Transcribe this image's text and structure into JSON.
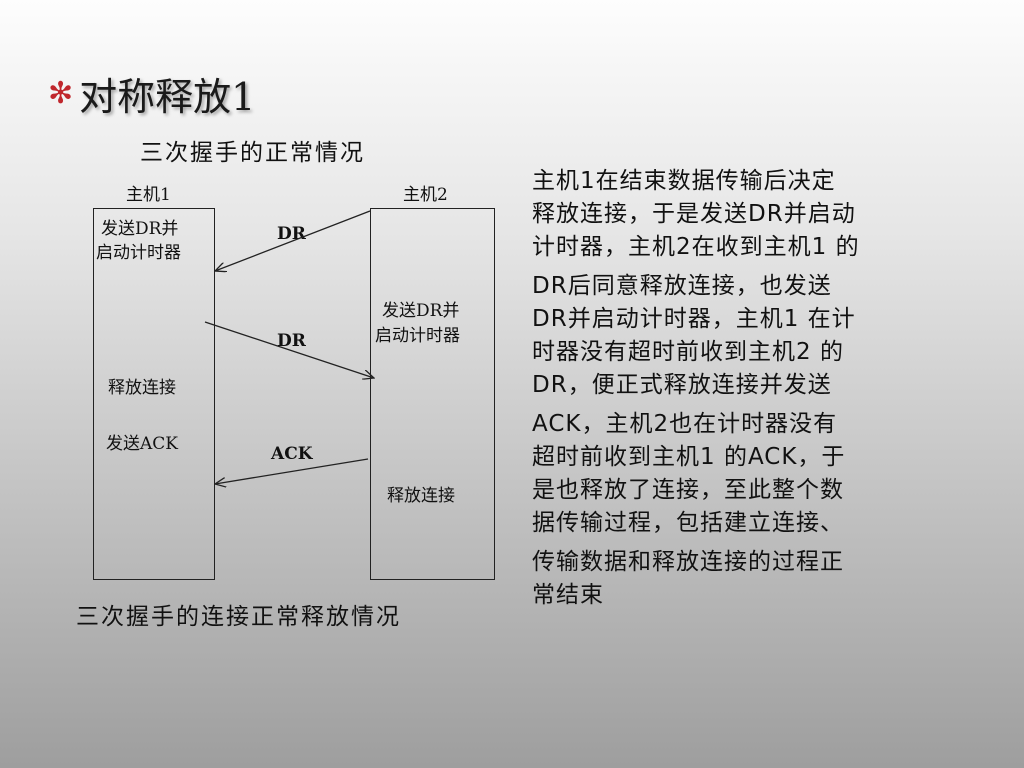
{
  "title": {
    "bullet": "✻",
    "text": "对称释放1"
  },
  "subtitle": "三次握手的正常情况",
  "caption": "三次握手的连接正常释放情况",
  "diagram": {
    "host1": {
      "label": "主机1",
      "start_line1": "发送DR并",
      "start_line2": "启动计时器",
      "release": "释放连接",
      "send_ack": "发送ACK"
    },
    "host2": {
      "label": "主机2",
      "start_line1": "发送DR并",
      "start_line2": "启动计时器",
      "release": "释放连接"
    },
    "messages": [
      "DR",
      "DR",
      "ACK"
    ]
  },
  "description": {
    "lines": [
      "主机1在结束数据传输后决定",
      "释放连接，于是发送DR并启动",
      "计时器，主机2在收到主机1 的",
      "DR后同意释放连接，也发送",
      "DR并启动计时器，主机1 在计",
      "时器没有超时前收到主机2 的",
      "DR，便正式释放连接并发送",
      "ACK，主机2也在计时器没有",
      "超时前收到主机1 的ACK，于",
      "是也释放了连接，至此整个数",
      "据传输过程，包括建立连接、",
      "传输数据和释放连接的过程正",
      "常结束"
    ]
  }
}
